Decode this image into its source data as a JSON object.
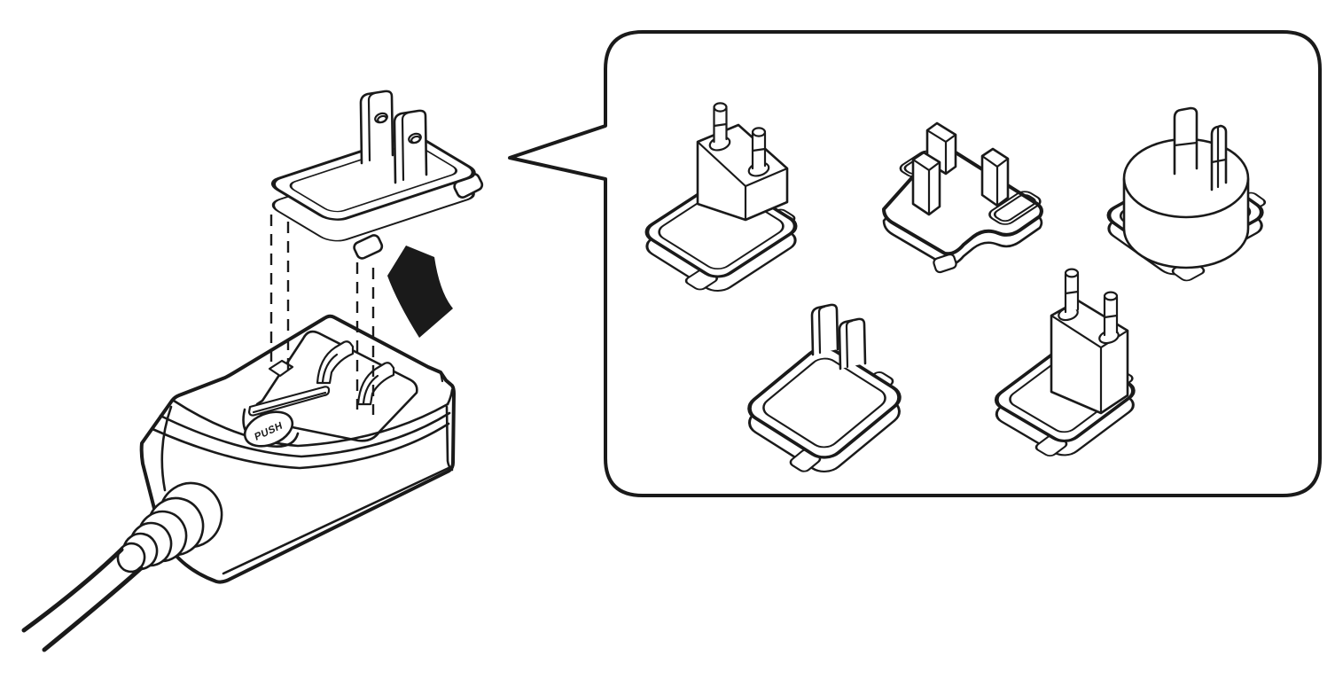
{
  "illustration": {
    "push_button_label": "PUSH",
    "colors": {
      "line": "#1a1a1a",
      "background": "#ffffff",
      "arrow_fill": "#111111"
    },
    "main_unit": {
      "id": "power-adapter",
      "detached_plug": "us-flat-blade-plug-head",
      "annotations": [
        "alignment-dashed-lines",
        "insert-down-arrow"
      ]
    },
    "callout": {
      "id": "interchangeable-plug-heads",
      "plugs": [
        {
          "id": "eu-round-pin-plug-head",
          "row": "top",
          "position": "left"
        },
        {
          "id": "uk-three-prong-plug-head",
          "row": "top",
          "position": "center"
        },
        {
          "id": "au-angled-blade-plug-head",
          "row": "top",
          "position": "right"
        },
        {
          "id": "us-flat-blade-plug-head",
          "row": "bottom",
          "position": "left"
        },
        {
          "id": "eu-long-pin-plug-head",
          "row": "bottom",
          "position": "right"
        }
      ]
    }
  }
}
